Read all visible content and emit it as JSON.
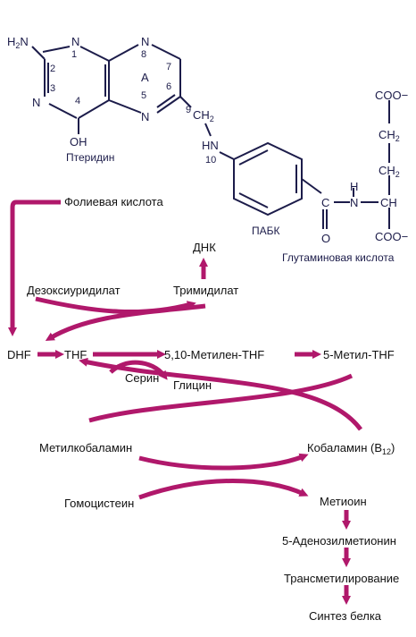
{
  "structure": {
    "pteridine": {
      "amino": "H2N",
      "n1": "N",
      "n3": "N",
      "n5": "N",
      "n8": "N",
      "oh": "OH",
      "num1": "1",
      "num2": "2",
      "num3": "3",
      "num4": "4",
      "num5": "5",
      "num6": "6",
      "num7": "7",
      "num8": "8",
      "num9": "9",
      "ring_label": "A",
      "name": "Птеридин",
      "ch2": "CH2"
    },
    "paba": {
      "nh": "HN",
      "num10": "10",
      "name": "ПАБК"
    },
    "glutamate": {
      "coo_top": "COO−",
      "ch2_a": "CH2",
      "ch2_b": "CH2",
      "amide_c": "C",
      "amide_o": "O",
      "amide_nh_h": "H",
      "amide_nh_n": "N",
      "ch": "CH",
      "coo_bottom": "COO−",
      "name": "Глутаминовая кислота"
    }
  },
  "pathway": {
    "folic_acid": "Фолиевая кислота",
    "dna": "ДНК",
    "deoxyuridylate": "Дезоксиуридилат",
    "thymidylate": "Тримидилат",
    "dhf": "DHF",
    "thf": "THF",
    "methylene_thf": "5,10-Метилен-THF",
    "methyl_thf": "5-Метил-THF",
    "serine": "Серин",
    "glycine": "Глицин",
    "methylcobalamin": "Метилкобаламин",
    "cobalamin": "Кобаламин (B",
    "cobalamin_sub": "12",
    "cobalamin_close": ")",
    "homocysteine": "Гомоцистеин",
    "methionine": "Метиоин",
    "sam": "5-Аденозилметионин",
    "transmethylation": "Трансметилирование",
    "protein_synthesis": "Синтез белка"
  },
  "colors": {
    "arrow": "#b0186b",
    "structure": "#1c1c4a"
  }
}
